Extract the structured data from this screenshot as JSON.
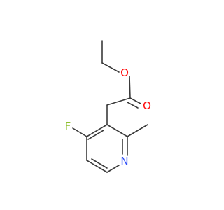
{
  "molecule": {
    "atoms": {
      "oxygen_ether": {
        "symbol": "O",
        "color": "#ff0d0d"
      },
      "oxygen_carbonyl": {
        "symbol": "O",
        "color": "#ff0d0d"
      },
      "fluorine": {
        "symbol": "F",
        "color": "#8fbf2f"
      },
      "nitrogen": {
        "symbol": "N",
        "color": "#3050f8"
      }
    },
    "bond_color": "#3a3a3a"
  }
}
